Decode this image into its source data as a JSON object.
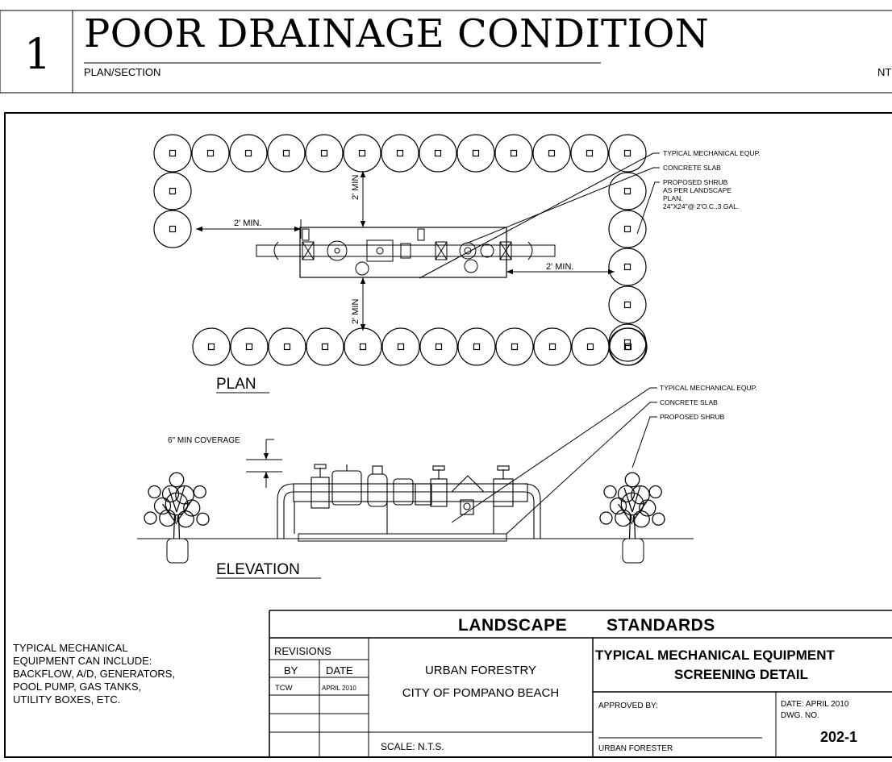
{
  "header": {
    "detail_number": "1",
    "title": "POOR DRAINAGE CONDITION",
    "subtitle": "PLAN/SECTION",
    "scale_note": "NTS"
  },
  "plan": {
    "label": "PLAN",
    "dim_2min_left": "2' MIN.",
    "dim_2min_right": "2' MIN.",
    "dim_2min_top": "2' MIN",
    "dim_2min_bottom": "2' MIN",
    "callout_equipment": "TYPICAL MECHANICAL EQUP.",
    "callout_slab": "CONCRETE SLAB",
    "callout_shrub_1": "PROPOSED SHRUB",
    "callout_shrub_2": "AS PER LANDSCAPE",
    "callout_shrub_3": "PLAN.",
    "callout_shrub_4": "24\"X24\"@ 2'O.C.,3 GAL."
  },
  "elevation": {
    "label": "ELEVATION",
    "coverage_note": "6\" MIN COVERAGE",
    "callout_equipment": "TYPICAL MECHANICAL EQUP.",
    "callout_slab": "CONCRETE SLAB",
    "callout_shrub": "PROPOSED SHRUB"
  },
  "notes": {
    "line1": "TYPICAL MECHANICAL",
    "line2": "EQUIPMENT CAN INCLUDE:",
    "line3": "BACKFLOW, A/D, GENERATORS,",
    "line4": "POOL PUMP, GAS TANKS,",
    "line5": "UTILITY BOXES, ETC."
  },
  "title_block": {
    "heading_left": "LANDSCAPE",
    "heading_right": "STANDARDS",
    "revisions_label": "REVISIONS",
    "by_label": "BY",
    "date_label": "DATE",
    "rev_by": "TCW",
    "rev_date": "APRIL 2010",
    "department": "URBAN FORESTRY",
    "city": "CITY OF POMPANO BEACH",
    "scale": "SCALE:   N.T.S.",
    "drawing_title_1": "TYPICAL MECHANICAL EQUIPMENT",
    "drawing_title_2": "SCREENING DETAIL",
    "approved_by": "APPROVED BY:",
    "approver": "URBAN FORESTER",
    "date": "DATE:   APRIL 2010",
    "dwg_no_label": "DWG. NO.",
    "dwg_no": "202-1"
  }
}
